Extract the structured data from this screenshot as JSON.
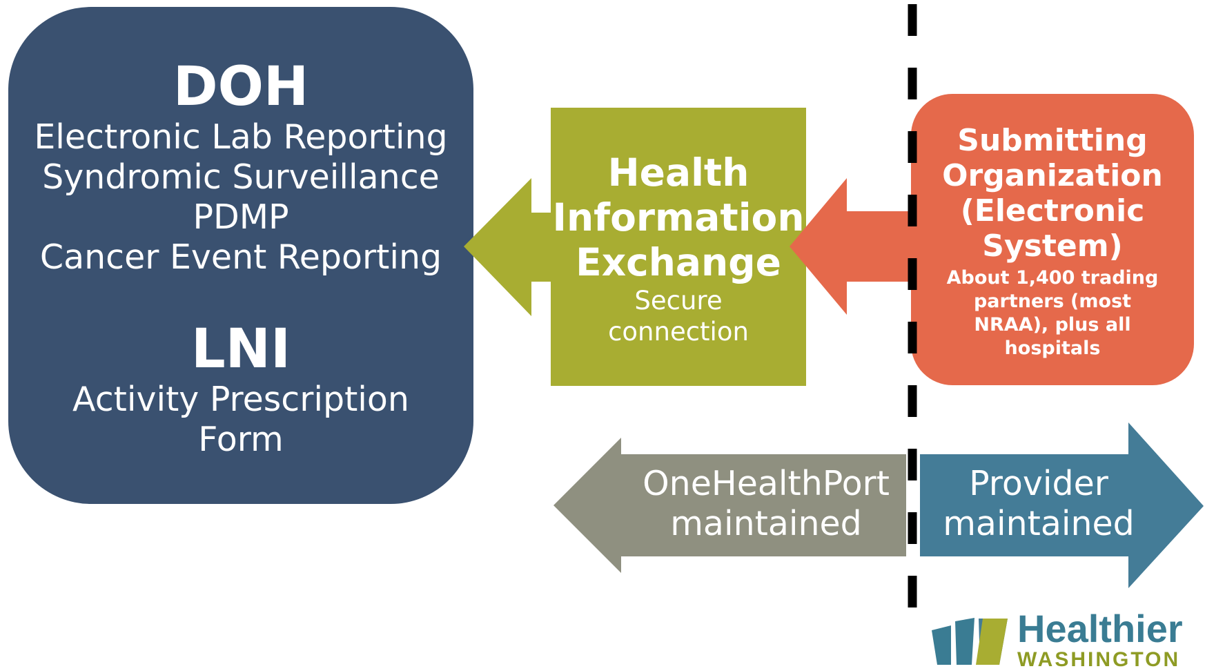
{
  "doh": {
    "title": "DOH",
    "items": [
      "Electronic Lab Reporting",
      "Syndromic Surveillance",
      "PDMP",
      "Cancer Event Reporting"
    ]
  },
  "lni": {
    "title": "LNI",
    "items": [
      "Activity Prescription",
      "Form"
    ]
  },
  "hie": {
    "title_lines": [
      "Health",
      "Information",
      "Exchange"
    ],
    "subtitle_lines": [
      "Secure",
      "connection"
    ]
  },
  "submitter": {
    "title_lines": [
      "Submitting",
      "Organization",
      "(Electronic",
      "System)"
    ],
    "desc_lines": [
      "About 1,400 trading",
      "partners (most",
      "NRAA), plus all",
      "hospitals"
    ]
  },
  "boundary": {
    "left_label_lines": [
      "OneHealthPort",
      "maintained"
    ],
    "right_label_lines": [
      "Provider",
      "maintained"
    ]
  },
  "logo": {
    "name": "Healthier",
    "sub": "WASHINGTON"
  },
  "colors": {
    "doh_box": "#3a5170",
    "hie_box": "#a8ad32",
    "submitter_box": "#e5694b",
    "onehealthport_arrow": "#8f9080",
    "provider_arrow": "#447c97",
    "divider": "#000000"
  }
}
